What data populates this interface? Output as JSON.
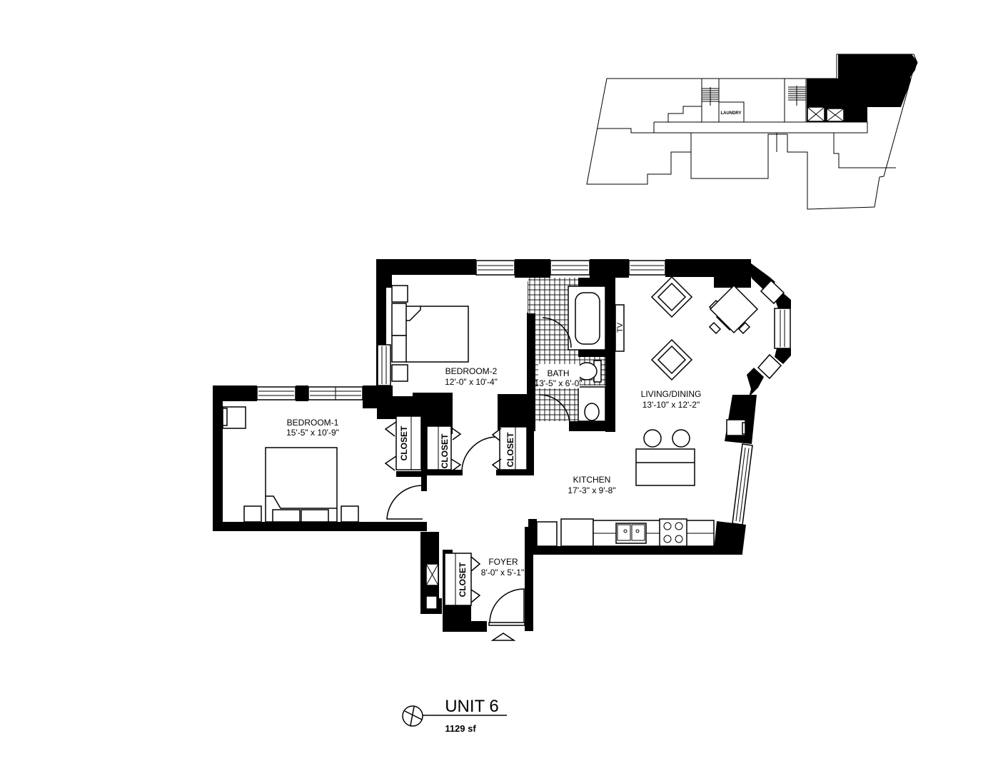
{
  "plan": {
    "unit_title": "UNIT 6",
    "area": "1129 sf",
    "keyplan": {
      "laundry_label": "LAUNDRY"
    },
    "rooms": [
      {
        "id": "bedroom-2",
        "name": "BEDROOM-2",
        "dims": "12'-0\" x 10'-4\""
      },
      {
        "id": "bath",
        "name": "BATH",
        "dims": "13'-5\" x 6'-0\""
      },
      {
        "id": "living-dining",
        "name": "LIVING/DINING",
        "dims": "13'-10\" x 12'-2\""
      },
      {
        "id": "bedroom-1",
        "name": "BEDROOM-1",
        "dims": "15'-5\" x 10'-9\""
      },
      {
        "id": "kitchen",
        "name": "KITCHEN",
        "dims": "17'-3\" x 9'-8\""
      },
      {
        "id": "foyer",
        "name": "FOYER",
        "dims": "8'-0\" x 5'-1\""
      }
    ],
    "closet_label": "CLOSET",
    "tv_label": "TV",
    "colors": {
      "ink": "#000000",
      "paper": "#ffffff"
    }
  }
}
